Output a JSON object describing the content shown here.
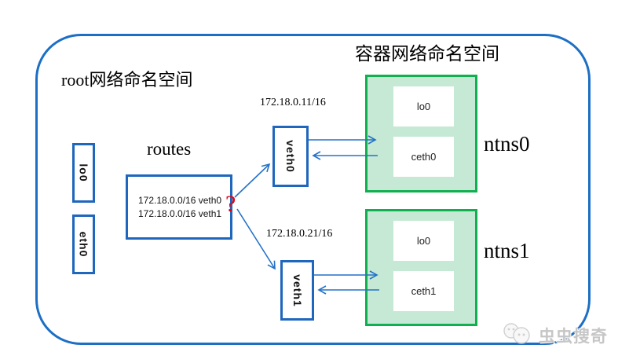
{
  "diagram": {
    "root_namespace_label": "root网络命名空间",
    "container_namespace_label": "容器网络命名空间",
    "root_interfaces": {
      "lo0": "lo0",
      "eth0": "eth0"
    },
    "routes": {
      "label": "routes",
      "entries": [
        "172.18.0.0/16 veth0",
        "172.18.0.0/16 veth1"
      ],
      "question_mark": "?"
    },
    "veth_pairs": {
      "veth0": {
        "label": "veth0",
        "ip": "172.18.0.11/16"
      },
      "veth1": {
        "label": "veth1",
        "ip": "172.18.0.21/16"
      }
    },
    "namespaces": [
      {
        "name": "ntns0",
        "interfaces": [
          "lo0",
          "ceth0"
        ]
      },
      {
        "name": "ntns1",
        "interfaces": [
          "lo0",
          "ceth1"
        ]
      }
    ],
    "watermark": "虫虫搜奇",
    "colors": {
      "boundary_blue": "#1c6fc5",
      "box_border_blue": "#1f66bd",
      "arrow_blue": "#2472c8",
      "green_border": "#10b050",
      "green_fill": "#c5e9d4",
      "question_red": "#e8000d",
      "watermark_gray": "#c6c6c6"
    }
  }
}
